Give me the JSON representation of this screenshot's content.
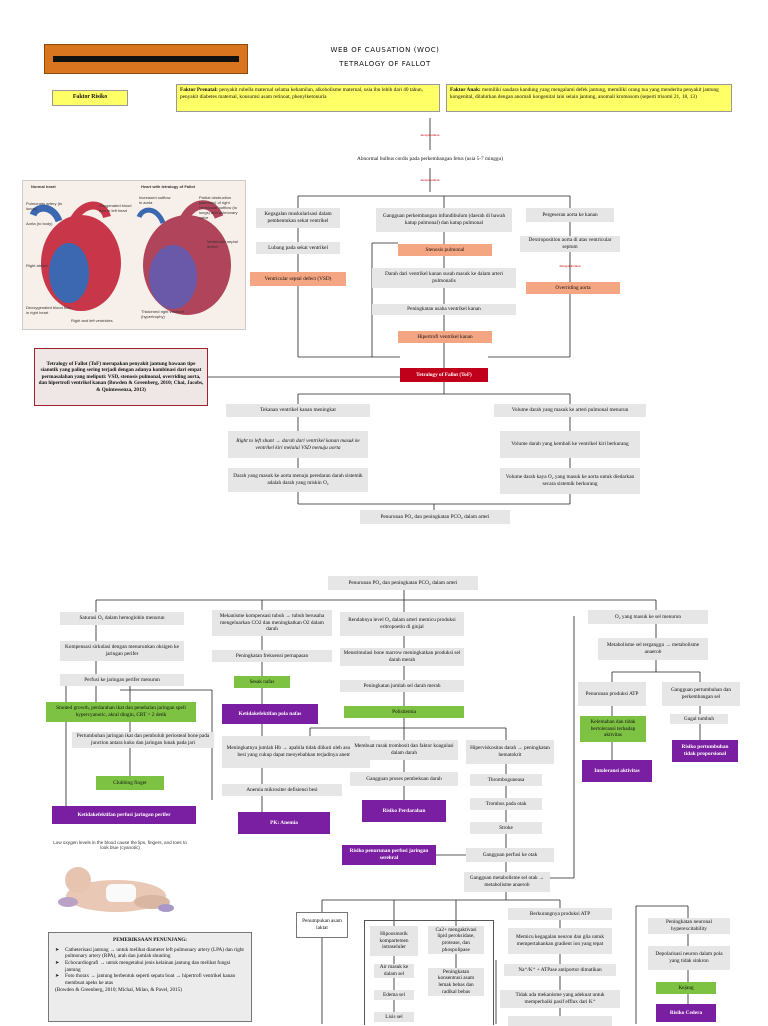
{
  "header": {
    "title_line1": "WEB OF CAUSATION (WOC)",
    "title_line2": "TETRALOGY OF FALLOT"
  },
  "risk": {
    "label": "Faktor Risiko",
    "prenatal_title": "Faktor Prenatal:",
    "prenatal_text": "penyakit rubella maternal selama kehamilan, alkoholisme maternal, usia ibu lebih dari 40 tahun, penyakit diabetes maternal, konsumsi asam retinoat, phenylketonuria",
    "child_title": "Faktor Anak:",
    "child_text": "memiliki saudara kandung yang mengalami defek jantung, memiliki orang tua yang menderita penyakit jantung kongenital, dilahirkan dengan anomali kongenital lain selain jantung, anomali kromosom (seperti trisomi 21, 18, 13)"
  },
  "tags": {
    "t1": "menyebabkan",
    "t2": "menyebabkan",
    "t3": "Mengakibatkan"
  },
  "nodes": {
    "abnormal": "Abnormal bulbus cordis pada perkembangan fetus (usia 5-7 minggu)",
    "kegagalan": "Kegagalan muskularisasi dalam pembentukan sekat ventrikel",
    "lubang": "Lubang pada sekat ventrikel",
    "vsd": "Ventricular septal defect (VSD)",
    "gangguan_inf": "Gangguan perkembangan infundibulum (daerah di bawah katup pulmonal) dan katup pulmonal",
    "stenosis": "Stenosis pulmonal",
    "darah_vka": "Darah dari ventrikel kanan susah masuk ke dalam arteri pulmonalis",
    "peningkatan_usaha": "Peningkatan usaha ventrikel kanan",
    "hipertrofi": "Hipertrofi ventrikel kanan",
    "pergeseran": "Pergeseran aorta ke kanan",
    "dextro": "Dextroposition aorta di atas ventricular septum",
    "overriding": "Overriding aorta",
    "tof": "Tetralogy of Fallot (ToF)",
    "tof_def": "Tetralogy of Fallot (ToF) merupakan penyakit jantung bawaan tipe sianotik yang paling sering terjadi dengan adanya kombinasi dari empat permasalahan yang meliputi: VSD, stenosis pulmonal, overriding aorta, dan hipertrofi ventrikel kanan (Bowden & Greenberg, 2010; Chai, Jacobs, & Quintessenza, 2013)",
    "tekanan": "Tekanan ventrikel kanan meningkat",
    "shunt": "Right to left shunt → darah dari ventrikel kanan masuk ke ventrikel kiri melalui VSD menuju aorta",
    "darah_aorta": "Darah yang masuk ke aorta menuju peredaran darah sistemik adalah darah yang miskin O₂",
    "vol1": "Volume darah yang masuk ke arteri pulmonal menurun",
    "vol2": "Volume darah yang kembali ke ventrikel kiri berkurang",
    "vol3": "Volume darah kaya O₂ yang masuk ke aorta untuk diedarkan secara sistemik berkurang",
    "penurunan1": "Penurunan PO₂ dan peningkatan PCO₂ dalam arteri",
    "penurunan2": "Penurunan PO₂ dan peningkatan PCO₂ dalam arteri",
    "saturasi": "Saturasi O₂ dalam hemoglobin menurun",
    "kompensasi": "Kompensasi sirkulasi dengan menurunkan oksigen ke jaringan perifer",
    "perfusi": "Perfusi ke jaringan perifer menurun",
    "stunted": "Stunted growth, perdarahan ikat dan penebalan jaringan spell hypercyanotic, akral dingin, CRT > 2 detik",
    "pertumbuhan": "Pertumbuhan jaringan ikat dan pembuluh periosteal bone pada junction antara kuku dan jaringan lunak pada jari",
    "clubbing": "Clubbing finger",
    "ketidakefektifan_perfusi": "Ketidakefektifan perfusi jaringan perifer",
    "mekanisme": "Mekanisme kompensasi tubuh → tubuh berusaha mengeluarkan CO2 dan meningkatkan O2 dalam darah",
    "pening_pernapasan": "Peningkatan frekuensi pernapasan",
    "sesak": "Sesak nafas",
    "ketidakefektifan_pola": "Ketidakefektifan pola nafas",
    "meningkatnya_hb": "Meningkatnya jumlah Hb → apabila tidak diikuti oleh asupan zat besi yang cukup dapat menyebabkan terjadinya anemia",
    "anemia_mik": "Anemia mikrositer defisiensi besi",
    "pk_anemia": "PK: Anemia",
    "rendahnya": "Rendahnya level O₂ dalam arteri memicu produksi eritropoetin di ginjal",
    "menstimulasi": "Menstimulasi bone marrow meningkatkan produksi sel darah merah",
    "pening_sel": "Peningkatan jumlah sel darah merah",
    "polisitemia": "Polisitemia",
    "membuat_rusak": "Membuat rusak trombosit dan faktor koagulasi dalam darah",
    "gangguan_beku": "Gangguan proses pembekuan darah",
    "risiko_perdarahan": "Risiko Perdarahan",
    "hiperviskositas": "Hiperviskositas darah → peningkatan hematokrit",
    "thrombo": "Thromboguneasa",
    "trombus": "Trombus pada otak",
    "stroke": "Stroke",
    "gangguan_perfusi_otak": "Gangguan perfusi ke otak",
    "risiko_perfusi": "Risiko penurunan perfusi jaringan serebral",
    "gangguan_metab": "Gangguan metabolisme sel otak → metabolisme anaerob",
    "o2_sel": "O₂ yang masuk ke sel menurun",
    "metab_anaerob": "Metabolisme sel terganggu → metabolisme anaerob",
    "penurunan_atp": "Penurunan produksi ATP",
    "kelemahan": "Kelemahan dan tidak bertoleransi terhadap aktivitas",
    "intoleransi": "Intoleransi aktivitas",
    "gangguan_tumbuh": "Gangguan pertumbuhan dan perkembangan sel",
    "gagal_tumbuh": "Gagal tumbuh",
    "risiko_tumbuh": "Risiko pertumbuhan tidak proporsional",
    "penumpukan": "Penumpukan asam laktat",
    "hipoosmotik": "Hipoosmotik kompartemen intraseluler",
    "air_masuk": "Air masuk ke dalam sel",
    "edema": "Edema sel",
    "lisis": "Lisis sel",
    "ca2": "Ca2+ mengaktivasi lipid peroksidase, protease, dan phospolipase",
    "pening_asam": "Peningkatan konsentrasi asam lemak bebas dan radikal bebas",
    "berkurang_atp": "Berkurangnya produksi ATP",
    "memicu": "Memicu kegagalan neuron dan glia untuk mempertahankan gradient ion yang tepat",
    "nak": "Na⁺/K⁺ + ATPase antiportor dimatikan",
    "tidak_ada": "Tidak ada mekanisme yang adekuat untuk memperbaiki pasif efflux dari K⁺",
    "pening_neuronal": "Peningkatan neuronal hyperexcitability",
    "depolarisasi": "Depolarisasi neuron dalam pola yang tidak sinkron",
    "kejang": "Kejang",
    "risiko_cedera": "Risiko Cedera"
  },
  "penunjang": {
    "title": "PEMERIKSAAN PENUNJANG:",
    "items": [
      "Catheterisasi jantung → untuk melihat diameter left pulmonary artery (LPA) dan right pulmonary artery (RPA), arah dan jumlah shunting",
      "Echocardiografi → untuk mengetahui jenis kelainan jantung dan melihat fungsi jantung",
      "Foto thorax → jantung berbentuk seperti sepatu boat → hipertrofi ventrikel kanan membuat apeks ke atas"
    ],
    "ref": "(Bowden & Greenberg, 2010; Michal, Milan, & Pavel, 2015)"
  },
  "figure": {
    "normal": "Normal heart",
    "tof": "Heart with tetralogy of Fallot",
    "labels": [
      "Pulmonary artery (to lungs)",
      "Aorta (to body)",
      "Oxygenated blood flow in left heart",
      "Right atrium",
      "Deoxygenated blood flow in right heart",
      "Right and left ventricles",
      "Increased outflow in aorta",
      "Partial obstruction (stenosis) of right ventricular outflow (to lungs) and pulmonary valve",
      "Ventricular septal defect",
      "Thickened right ventricle (hypertrophy)"
    ]
  },
  "baby_caption": "Low oxygen levels in the blood cause the lips, fingers, and toes to look blue (cyanotic)"
}
